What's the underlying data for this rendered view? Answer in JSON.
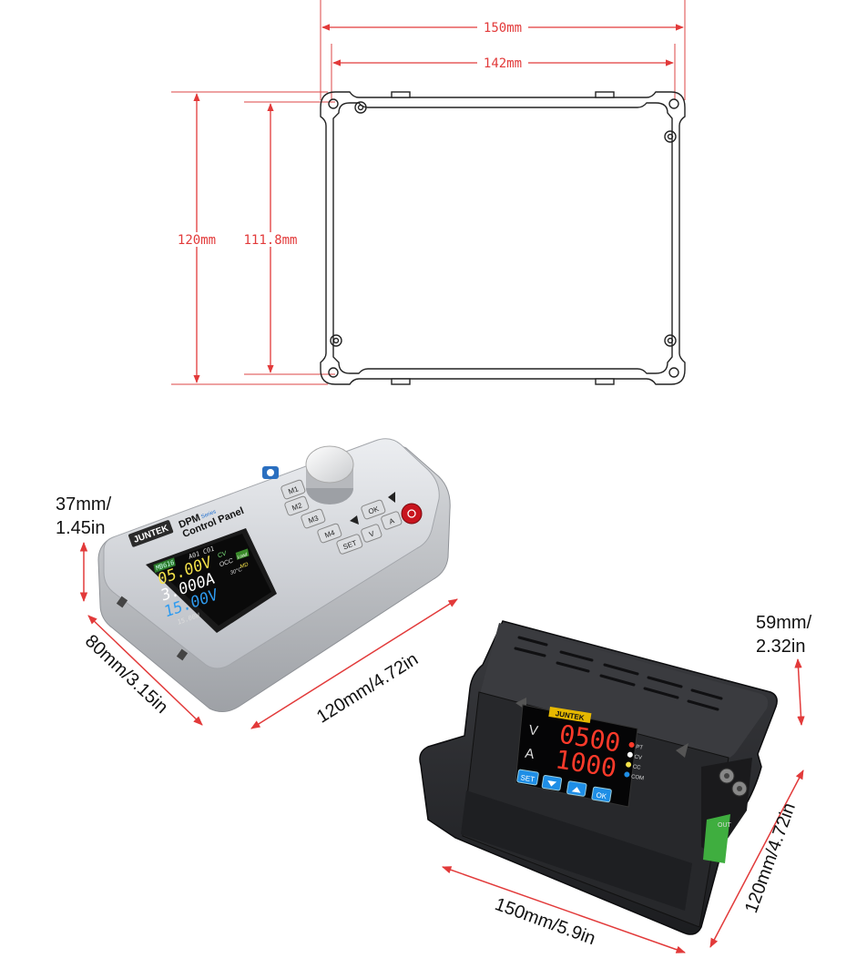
{
  "drawing": {
    "width_outer": "150mm",
    "width_inner": "142mm",
    "height_outer": "120mm",
    "height_inner": "111.8mm"
  },
  "control_panel": {
    "brand": "JUNTEK",
    "series": "DPM",
    "series_sub": "Series",
    "title": "Control Panel",
    "buttons": [
      "M1",
      "M2",
      "M3",
      "M4",
      "SET",
      "V",
      "A",
      "OK"
    ],
    "screen": {
      "model": "MB616",
      "status_top": "A01 C01",
      "cv": "CV",
      "occ": "OCC",
      "load": "Load",
      "md": "MD",
      "voltage": "05.00V",
      "current": "3.000A",
      "set_voltage": "15.00V",
      "temp": "30°C",
      "power": "15.00W"
    },
    "dim_height": "37mm/",
    "dim_height_in": "1.45in",
    "dim_depth": "80mm/3.15in",
    "dim_width": "120mm/4.72in"
  },
  "power_module": {
    "brand": "JUNTEK",
    "voltage_display": "0500",
    "current_display": "1000",
    "v_label": "V",
    "a_label": "A",
    "indicators": [
      "PT",
      "CV",
      "CC",
      "COM"
    ],
    "buttons": [
      "SET",
      "OK"
    ],
    "out_label": "OUT",
    "dim_height": "59mm/",
    "dim_height_in": "2.32in",
    "dim_length": "150mm/5.9in",
    "dim_depth": "120mm/4.72in"
  },
  "colors": {
    "dimension_red": "#e23a3a",
    "panel_silver": "#d4d6da",
    "module_black": "#2a2b2e",
    "led_red": "#ff3a2a",
    "screen_blue": "#1e8ee6"
  }
}
